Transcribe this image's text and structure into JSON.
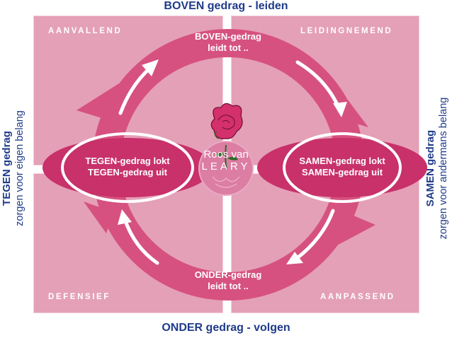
{
  "axes": {
    "top": "BOVEN gedrag - leiden",
    "bottom": "ONDER gedrag - volgen",
    "left_line1": "TEGEN gedrag",
    "left_line2": "zorgen voor eigen belang",
    "right_line1": "SAMEN gedrag",
    "right_line2": "zorgen voor andermans belang"
  },
  "quadrants": {
    "top_left": "AANVALLEND",
    "top_right": "LEIDINGNEMEND",
    "bottom_left": "DEFENSIEF",
    "bottom_right": "AANPASSEND"
  },
  "nodes": {
    "top_line1": "BOVEN-gedrag",
    "top_line2": "leidt tot ..",
    "bottom_line1": "ONDER-gedrag",
    "bottom_line2": "leidt tot ..",
    "left_line1": "TEGEN-gedrag lokt",
    "left_line2": "TEGEN-gedrag uit",
    "right_line1": "SAMEN-gedrag lokt",
    "right_line2": "SAMEN-gedrag uit",
    "center_line1": "Roos van",
    "center_line2": "LEARY"
  },
  "colors": {
    "quadrant": "#e4a0b7",
    "ring": "#d6517f",
    "node": "#c8316a",
    "axis_text": "#1f3b8a"
  }
}
